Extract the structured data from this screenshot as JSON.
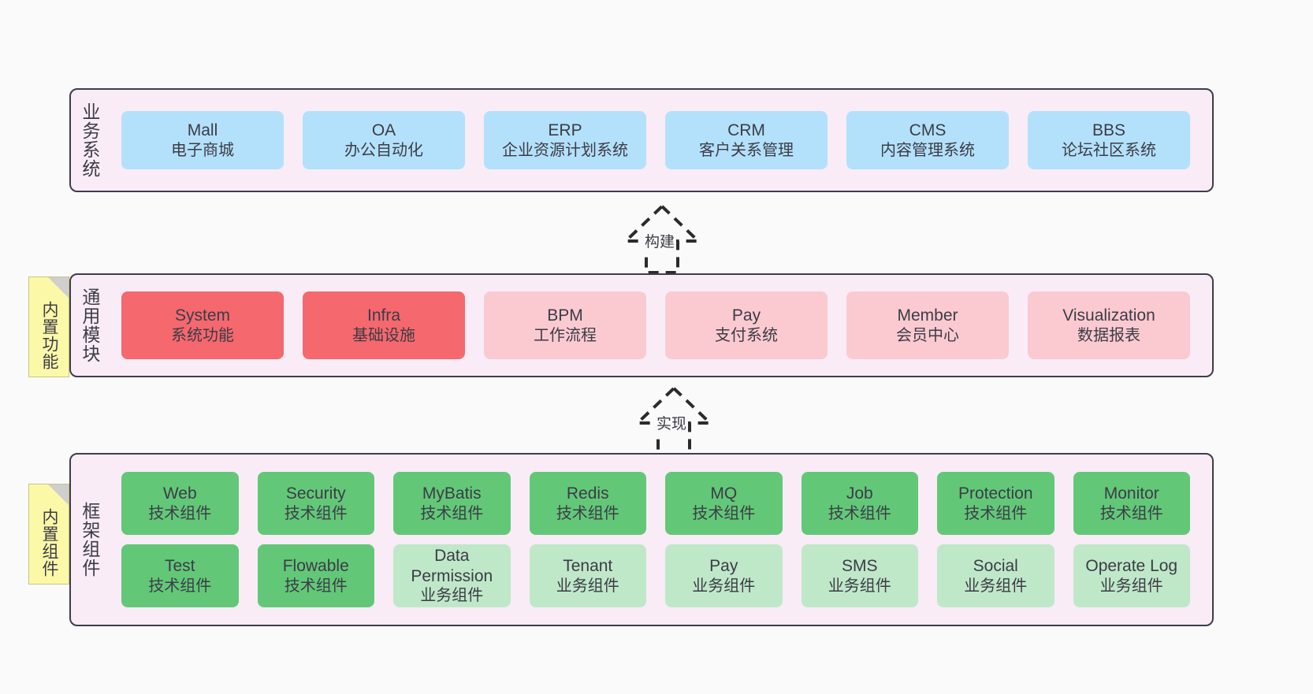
{
  "diagram": {
    "background_color": "#fafafa",
    "panel_color": "#f9ecf6",
    "panel_border_color": "#3d3d4e"
  },
  "layers": {
    "business": {
      "title": "业务系统",
      "node_color": "#b3e1fb",
      "nodes": [
        {
          "en": "Mall",
          "cn": "电子商城"
        },
        {
          "en": "OA",
          "cn": "办公自动化"
        },
        {
          "en": "ERP",
          "cn": "企业资源计划系统"
        },
        {
          "en": "CRM",
          "cn": "客户关系管理"
        },
        {
          "en": "CMS",
          "cn": "内容管理系统"
        },
        {
          "en": "BBS",
          "cn": "论坛社区系统"
        }
      ]
    },
    "common": {
      "title": "通用模块",
      "note": "内置功能",
      "strong_color": "#f4686e",
      "soft_color": "#fbcad1",
      "nodes": [
        {
          "en": "System",
          "cn": "系统功能",
          "emphasis": "strong"
        },
        {
          "en": "Infra",
          "cn": "基础设施",
          "emphasis": "strong"
        },
        {
          "en": "BPM",
          "cn": "工作流程",
          "emphasis": "soft"
        },
        {
          "en": "Pay",
          "cn": "支付系统",
          "emphasis": "soft"
        },
        {
          "en": "Member",
          "cn": "会员中心",
          "emphasis": "soft"
        },
        {
          "en": "Visualization",
          "cn": "数据报表",
          "emphasis": "soft"
        }
      ]
    },
    "framework": {
      "title": "框架组件",
      "note": "内置组件",
      "tech_color": "#62c878",
      "biz_color": "#bfe8c9",
      "row1": [
        {
          "en": "Web",
          "cn": "技术组件",
          "kind": "tech"
        },
        {
          "en": "Security",
          "cn": "技术组件",
          "kind": "tech"
        },
        {
          "en": "MyBatis",
          "cn": "技术组件",
          "kind": "tech"
        },
        {
          "en": "Redis",
          "cn": "技术组件",
          "kind": "tech"
        },
        {
          "en": "MQ",
          "cn": "技术组件",
          "kind": "tech"
        },
        {
          "en": "Job",
          "cn": "技术组件",
          "kind": "tech"
        },
        {
          "en": "Protection",
          "cn": "技术组件",
          "kind": "tech"
        },
        {
          "en": "Monitor",
          "cn": "技术组件",
          "kind": "tech"
        }
      ],
      "row2": [
        {
          "en": "Test",
          "cn": "技术组件",
          "kind": "tech"
        },
        {
          "en": "Flowable",
          "cn": "技术组件",
          "kind": "tech"
        },
        {
          "en": "Data Permission",
          "cn": "业务组件",
          "kind": "biz"
        },
        {
          "en": "Tenant",
          "cn": "业务组件",
          "kind": "biz"
        },
        {
          "en": "Pay",
          "cn": "业务组件",
          "kind": "biz"
        },
        {
          "en": "SMS",
          "cn": "业务组件",
          "kind": "biz"
        },
        {
          "en": "Social",
          "cn": "业务组件",
          "kind": "biz"
        },
        {
          "en": "Operate Log",
          "cn": "业务组件",
          "kind": "biz"
        }
      ]
    }
  },
  "connectors": [
    {
      "label": "构建",
      "style": "dashed-hollow-arrow-up"
    },
    {
      "label": "实现",
      "style": "dashed-hollow-arrow-up"
    }
  ]
}
